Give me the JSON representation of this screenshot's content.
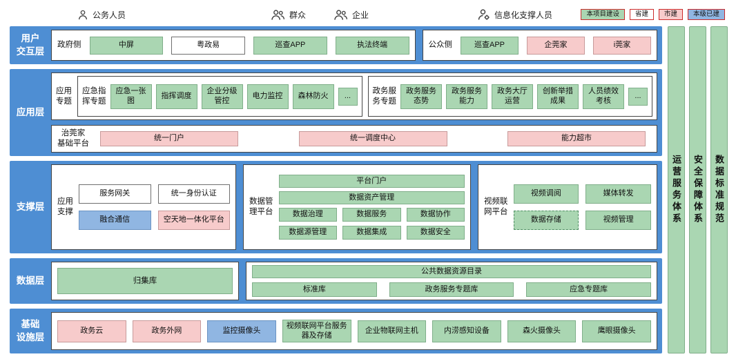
{
  "colors": {
    "project_green": "#aad6b2",
    "province_white": "#ffffff",
    "city_pink": "#f7cbcb",
    "existing_blue": "#90b6e2",
    "layer_band_blue": "#4e8ed3",
    "legend_border_red": "#cc2b2b"
  },
  "header": {
    "users": [
      {
        "label": "公务人员",
        "icon": "person-icon"
      },
      {
        "label": "群众",
        "icon": "people-icon"
      },
      {
        "label": "企业",
        "icon": "people-icon"
      },
      {
        "label": "信息化支撑人员",
        "icon": "person-gear-icon"
      }
    ],
    "legend": [
      {
        "label": "本项目建设",
        "color": "green"
      },
      {
        "label": "省建",
        "color": "white"
      },
      {
        "label": "市建",
        "color": "pink"
      },
      {
        "label": "本级已建",
        "color": "blue"
      }
    ]
  },
  "interaction": {
    "label": "用户\n交互层",
    "gov_label": "政府侧",
    "gov_items": [
      "中屏",
      "粤政易",
      "巡查APP",
      "执法终端"
    ],
    "public_label": "公众侧",
    "public_items": [
      "巡查APP",
      "企莞家",
      "i莞家"
    ]
  },
  "application": {
    "label": "应用层",
    "topic_label": "应用\n专题",
    "emergency_label": "应急指\n挥专题",
    "emergency_items": [
      "应急一张图",
      "指挥调度",
      "企业分级管控",
      "电力监控",
      "森林防火",
      "..."
    ],
    "service_label": "政务服\n务专题",
    "service_items": [
      "政务服务态势",
      "政务服务能力",
      "政务大厅运营",
      "创新举措成果",
      "人员绩效考核",
      "..."
    ],
    "platform_label": "治莞家\n基础平台",
    "platform_items": [
      "统一门户",
      "统一调度中心",
      "能力超市"
    ]
  },
  "support": {
    "label": "支撑层",
    "app_label": "应用\n支撑",
    "app_items": [
      "服务网关",
      "统一身份认证",
      "融合通信",
      "空天地一体化平台"
    ],
    "data_label": "数据管\n理平台",
    "data_wide": [
      "平台门户",
      "数据资产管理"
    ],
    "data_grid": [
      "数据治理",
      "数据服务",
      "数据协作",
      "数据源管理",
      "数据集成",
      "数据安全"
    ],
    "video_label": "视频联\n网平台",
    "video_items": [
      "视频调阅",
      "媒体转发",
      "数据存储",
      "视频管理"
    ]
  },
  "data_layer": {
    "label": "数据层",
    "collection": "归集库",
    "catalog": "公共数据资源目录",
    "libraries": [
      "标准库",
      "政务服务专题库",
      "应急专题库"
    ]
  },
  "infrastructure": {
    "label": "基础\n设施层",
    "items": [
      "政务云",
      "政务外网",
      "监控摄像头",
      "视频联网平台服务器及存储",
      "企业物联网主机",
      "内涝感知设备",
      "森火摄像头",
      "鹰眼摄像头"
    ]
  },
  "pillars": [
    "运营服务体系",
    "安全保障体系",
    "数据标准规范"
  ]
}
